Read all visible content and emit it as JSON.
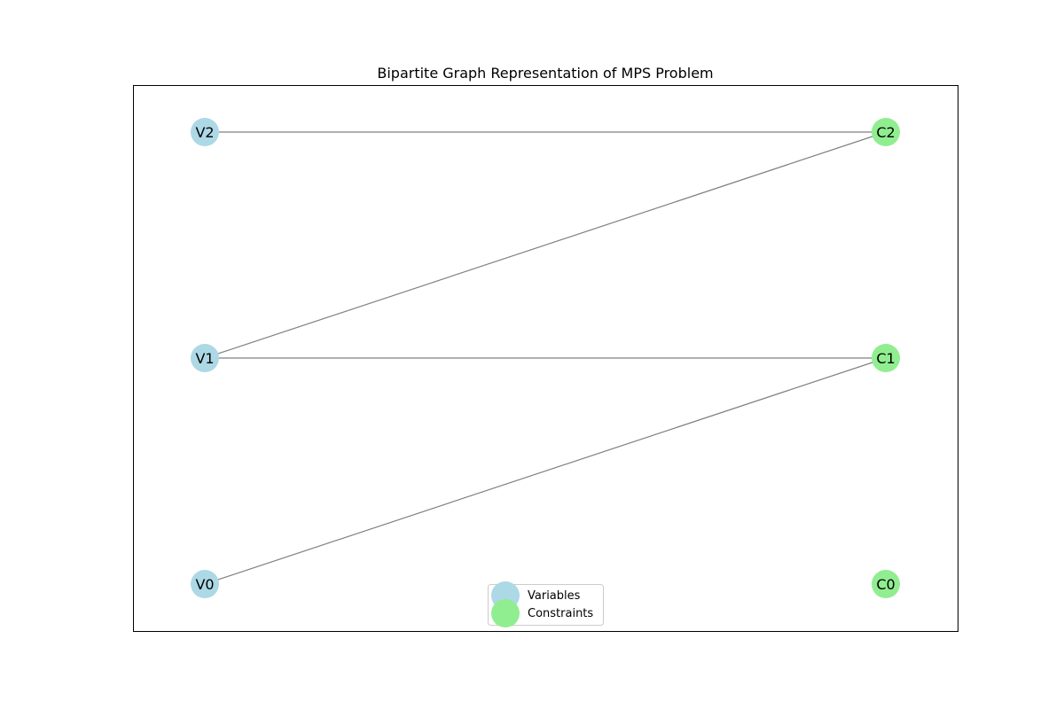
{
  "title": "Bipartite Graph Representation of MPS Problem",
  "colors": {
    "variable_node": "#add8e6",
    "constraint_node": "#90ee90",
    "edge": "#808080",
    "frame": "#000000",
    "legend_border": "#cccccc"
  },
  "nodes": [
    {
      "id": "V0",
      "label": "V0",
      "group": "variables"
    },
    {
      "id": "V1",
      "label": "V1",
      "group": "variables"
    },
    {
      "id": "V2",
      "label": "V2",
      "group": "variables"
    },
    {
      "id": "C0",
      "label": "C0",
      "group": "constraints"
    },
    {
      "id": "C1",
      "label": "C1",
      "group": "constraints"
    },
    {
      "id": "C2",
      "label": "C2",
      "group": "constraints"
    }
  ],
  "edges": [
    {
      "source": "V2",
      "target": "C2"
    },
    {
      "source": "V1",
      "target": "C2"
    },
    {
      "source": "V1",
      "target": "C1"
    },
    {
      "source": "V0",
      "target": "C1"
    }
  ],
  "legend": {
    "position": "lower center",
    "items": [
      {
        "label": "Variables",
        "group": "variables"
      },
      {
        "label": "Constraints",
        "group": "constraints"
      }
    ]
  }
}
